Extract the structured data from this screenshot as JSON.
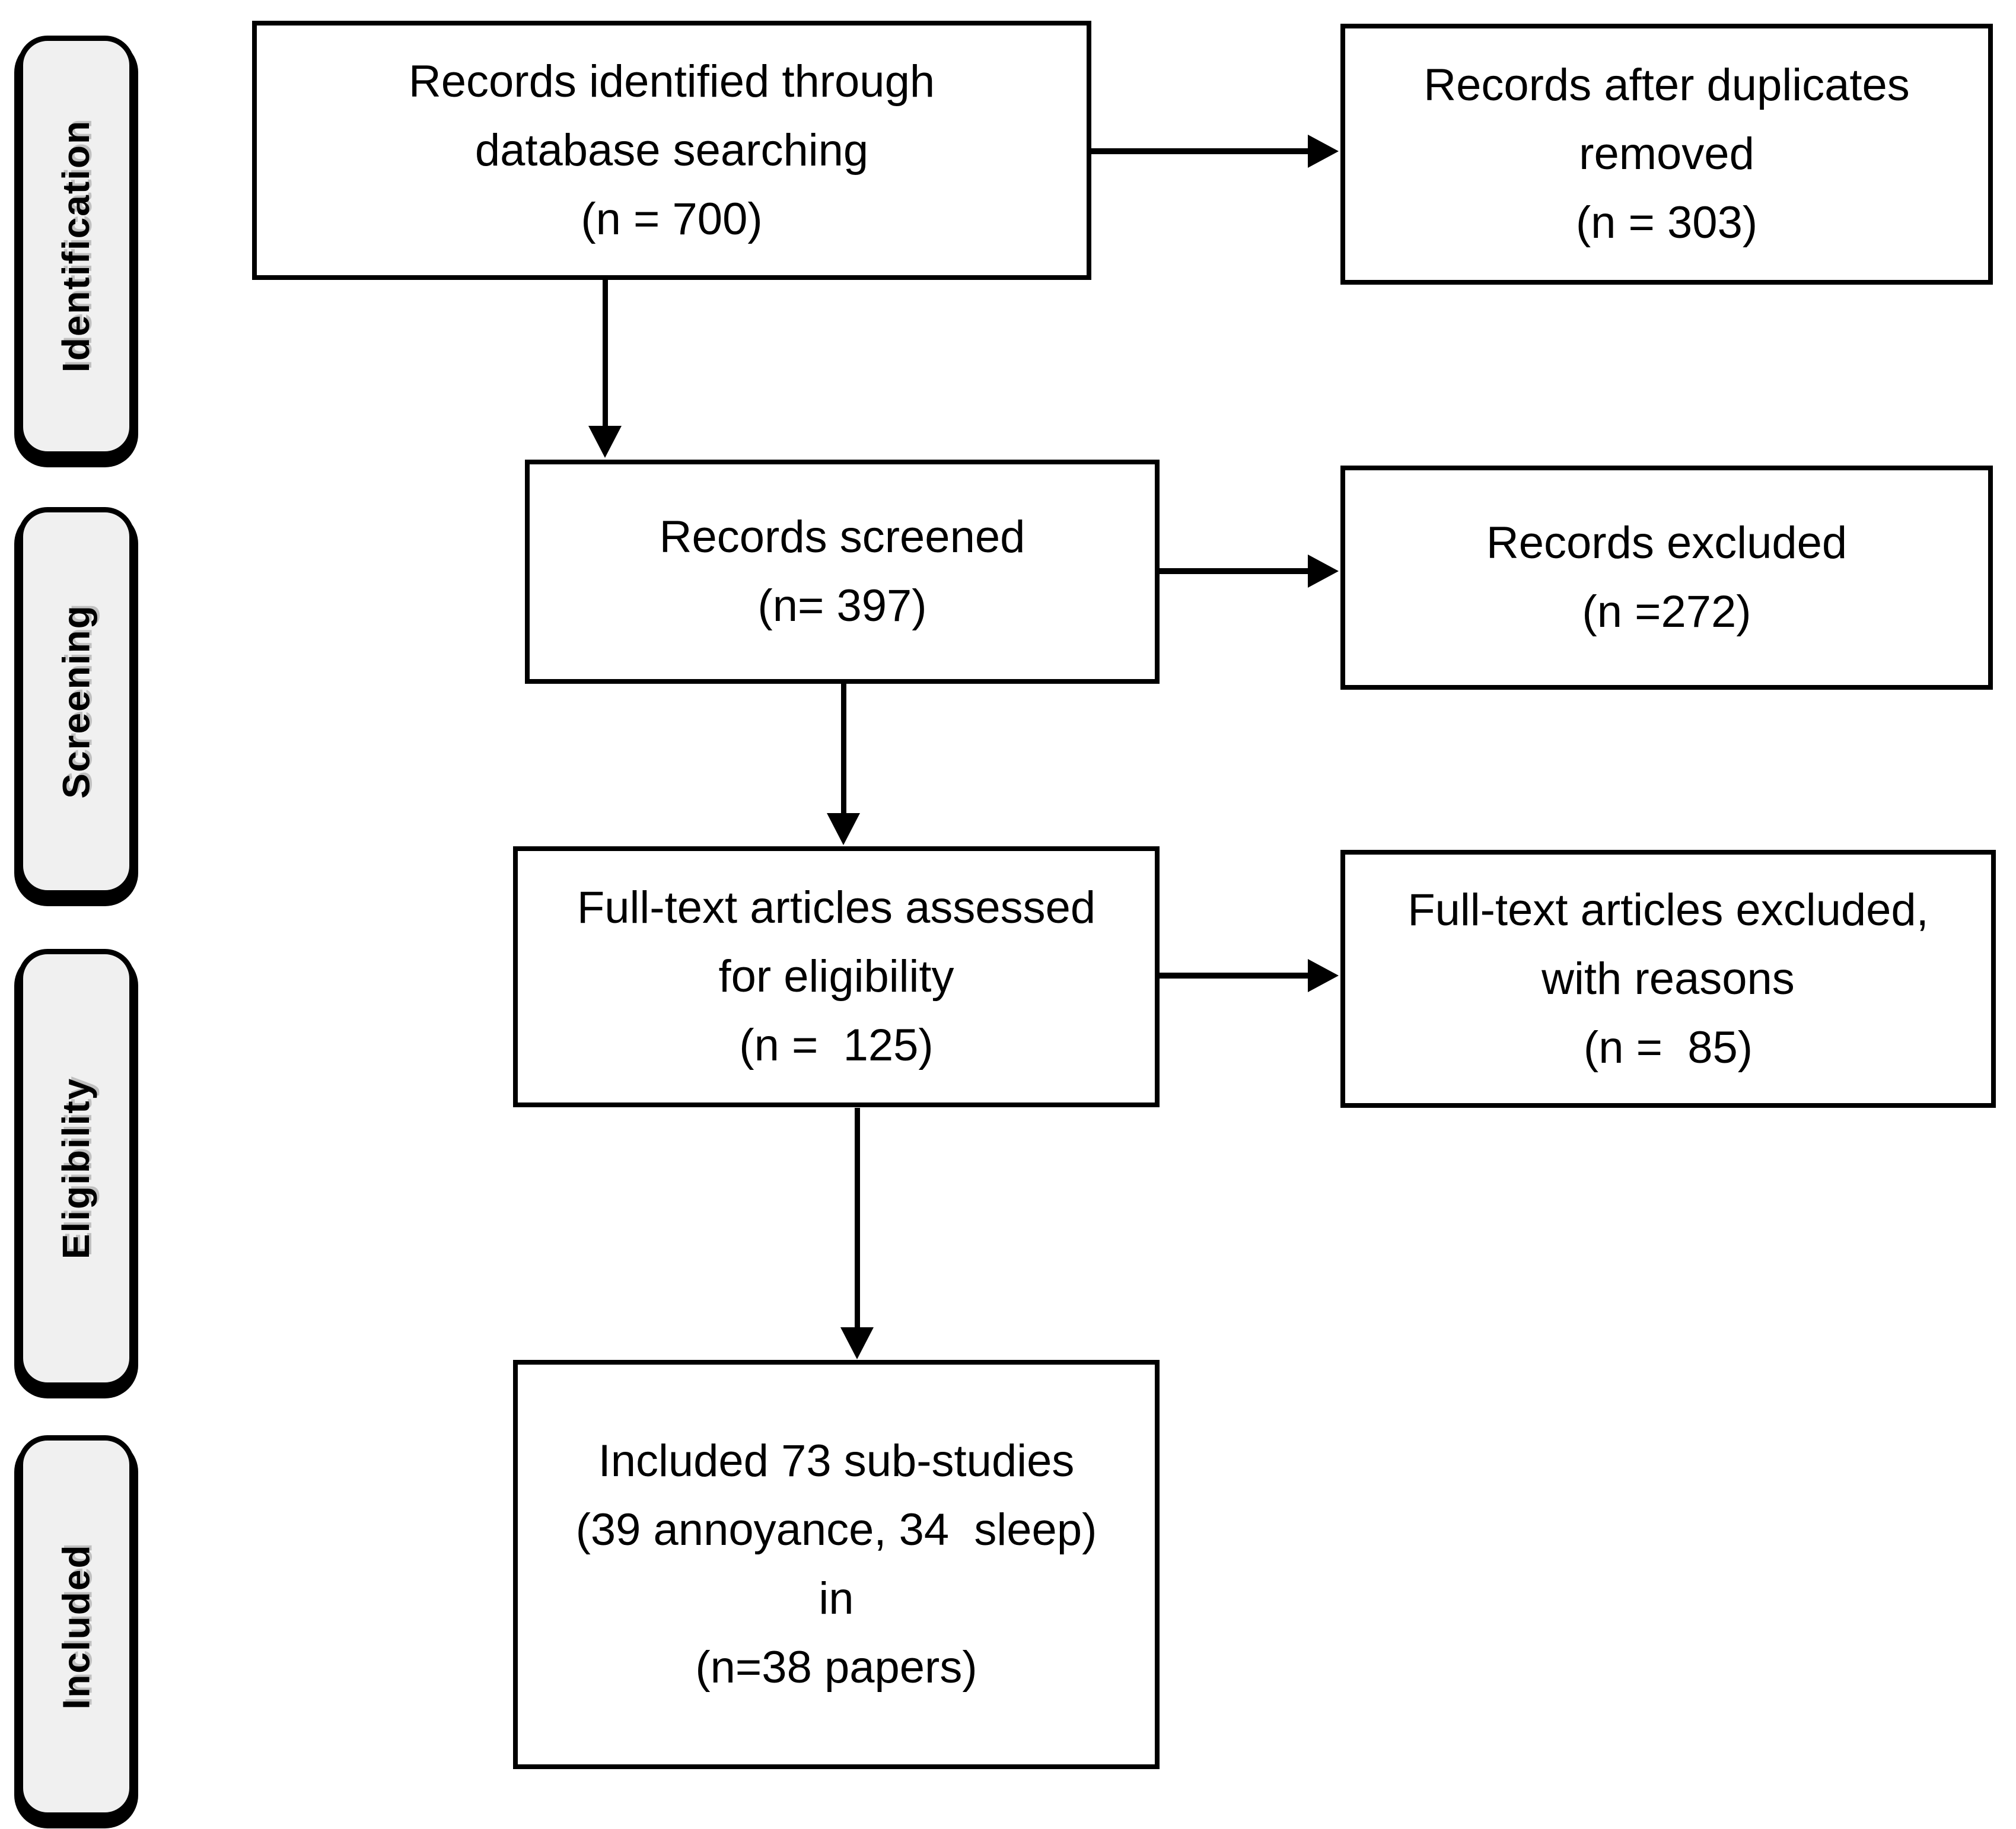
{
  "colors": {
    "background": "#ffffff",
    "box_fill": "#ffffff",
    "box_border": "#000000",
    "pill_fill": "#f0f0f0",
    "pill_border": "#000000",
    "pill_text_shadow": "#c0c0c0",
    "arrow": "#000000",
    "text": "#000000"
  },
  "sidebar": {
    "stages": [
      {
        "label": "Identification"
      },
      {
        "label": "Screening"
      },
      {
        "label": "Eligibility"
      },
      {
        "label": "Included"
      }
    ]
  },
  "flow": {
    "boxes": [
      {
        "id": "records-identified",
        "text": "Records identified through\ndatabase searching\n(n = 700)"
      },
      {
        "id": "duplicates-removed",
        "text": "Records after duplicates\nremoved\n(n = 303)"
      },
      {
        "id": "records-screened",
        "text": "Records screened\n(n= 397)"
      },
      {
        "id": "records-excluded",
        "text": "Records excluded\n(n =272)"
      },
      {
        "id": "fulltext-assessed",
        "text": "Full-text articles assessed\nfor eligibility\n(n =  125)"
      },
      {
        "id": "fulltext-excluded",
        "text": "Full-text articles excluded,\nwith reasons\n(n =  85)"
      },
      {
        "id": "included-substudies",
        "text": "Included 73 sub-studies\n(39 annoyance, 34  sleep)\nin\n(n=38 papers)"
      }
    ]
  }
}
